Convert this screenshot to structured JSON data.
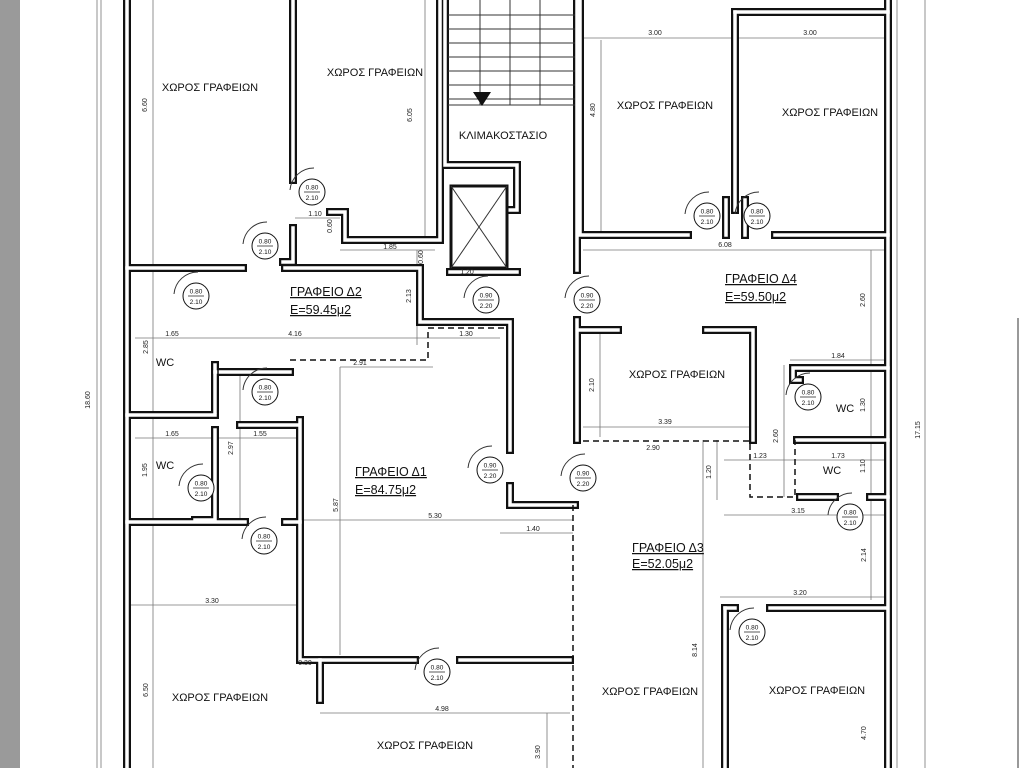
{
  "rooms": {
    "office_space": "ΧΩΡΟΣ ΓΡΑΦΕΙΩΝ",
    "stairwell": "ΚΛΙΜΑΚΟΣΤΑΣΙΟ",
    "wc": "WC"
  },
  "offices": [
    {
      "name": "ΓΡΑΦΕΙΟ Δ1",
      "area": "E=84.75μ2"
    },
    {
      "name": "ΓΡΑΦΕΙΟ Δ2",
      "area": "E=59.45μ2"
    },
    {
      "name": "ΓΡΑΦΕΙΟ Δ3",
      "area": "E=52.05μ2"
    },
    {
      "name": "ΓΡΑΦΕΙΟ Δ4",
      "area": "E=59.50μ2"
    }
  ],
  "dimensions": [
    "6.60",
    "6.05",
    "3.00",
    "3.00",
    "4.80",
    "1.10",
    "0.60",
    "1.85",
    "0.60",
    "2.13",
    "1.20",
    "4.16",
    "1.30",
    "1.65",
    "2.85",
    "2.91",
    "1.65",
    "1.55",
    "2.97",
    "1.95",
    "5.87",
    "5.30",
    "1.40",
    "3.30",
    "6.50",
    "0.30",
    "4.98",
    "3.90",
    "6.08",
    "2.60",
    "2.10",
    "3.39",
    "2.90",
    "1.84",
    "1.30",
    "2.60",
    "1.23",
    "1.73",
    "1.10",
    "1.20",
    "3.15",
    "2.14",
    "3.20",
    "8.14",
    "4.70",
    "18.60",
    "17.15"
  ],
  "doors": [
    {
      "width": "0.80",
      "height": "2.10"
    },
    {
      "width": "0.80",
      "height": "2.10"
    },
    {
      "width": "0.80",
      "height": "2.10"
    },
    {
      "width": "0.80",
      "height": "2.10"
    },
    {
      "width": "0.80",
      "height": "2.10"
    },
    {
      "width": "0.80",
      "height": "2.10"
    },
    {
      "width": "0.90",
      "height": "2.20"
    },
    {
      "width": "0.90",
      "height": "2.20"
    },
    {
      "width": "0.90",
      "height": "2.20"
    },
    {
      "width": "0.90",
      "height": "2.20"
    },
    {
      "width": "0.80",
      "height": "2.10"
    },
    {
      "width": "0.80",
      "height": "2.10"
    },
    {
      "width": "0.80",
      "height": "2.10"
    },
    {
      "width": "0.80",
      "height": "2.10"
    },
    {
      "width": "0.80",
      "height": "2.10"
    },
    {
      "width": "0.80",
      "height": "2.10"
    }
  ],
  "colors": {
    "wall": "#111111",
    "margin": "#9a9a9a",
    "dimension_line": "#777777"
  }
}
